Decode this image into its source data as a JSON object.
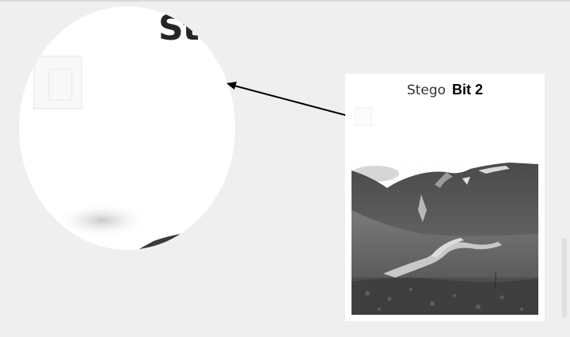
{
  "card": {
    "label_stego": "Stego",
    "label_bit": "Bit 2",
    "image_description": "landscape-photo-grayscale"
  },
  "magnifier": {
    "partial_text": "St",
    "badge_icon": "number-3-icon"
  },
  "colors": {
    "background": "#efefef",
    "card": "#ffffff",
    "arrow": "#000000"
  }
}
